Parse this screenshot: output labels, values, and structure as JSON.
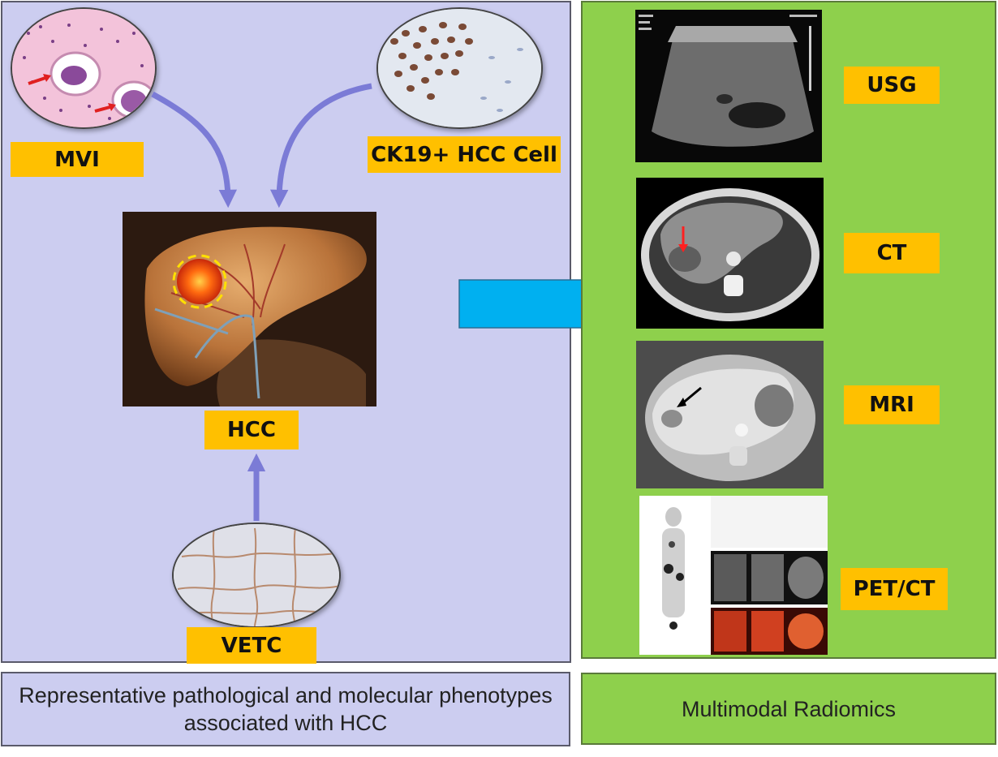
{
  "pathology": {
    "mvi_label": "MVI",
    "ck19_label": "CK19+  HCC Cell",
    "hcc_label": "HCC",
    "vetc_label": "VETC"
  },
  "imaging": {
    "usg_label": "USG",
    "ct_label": "CT",
    "mri_label": "MRI",
    "petct_label": "PET/CT"
  },
  "captions": {
    "left": "Representative pathological and molecular phenotypes associated with HCC",
    "right": "Multimodal Radiomics"
  },
  "colors": {
    "left_panel": "#cccdf0",
    "right_panel": "#8ed04c",
    "label_fill": "#ffc000",
    "arrow_purple": "#7b7bd6",
    "arrow_cyan": "#00b0f0"
  }
}
